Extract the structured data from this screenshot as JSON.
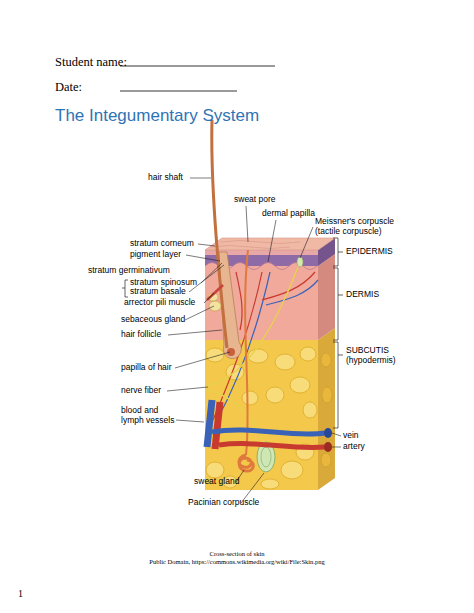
{
  "diagram": {
    "title": "The Integumentary System",
    "caption": "Cross-section of skin",
    "labels": [
      "Student name:",
      "Date:",
      "hair shaft",
      "sweat pore",
      "dermal papilla",
      "Meissner's corpuscle (tactile corpuscle)",
      "stratum corneum",
      "pigment layer",
      "EPIDERMIS",
      "stratum germinativum",
      "stratum spinosum",
      "stratum basale",
      "DERMIS",
      "arrector pili muscle",
      "sebaceous gland",
      "hair follicle",
      "SUBCUTIS (hypodermis)",
      "papilla of hair",
      "nerve fiber",
      "blood and lymph vessels",
      "vein",
      "artery",
      "sweat gland",
      "Pacinian corpuscle",
      "Public Domain, https://commons.wikimedia.org/wiki/File:Skin.png",
      "1"
    ]
  }
}
